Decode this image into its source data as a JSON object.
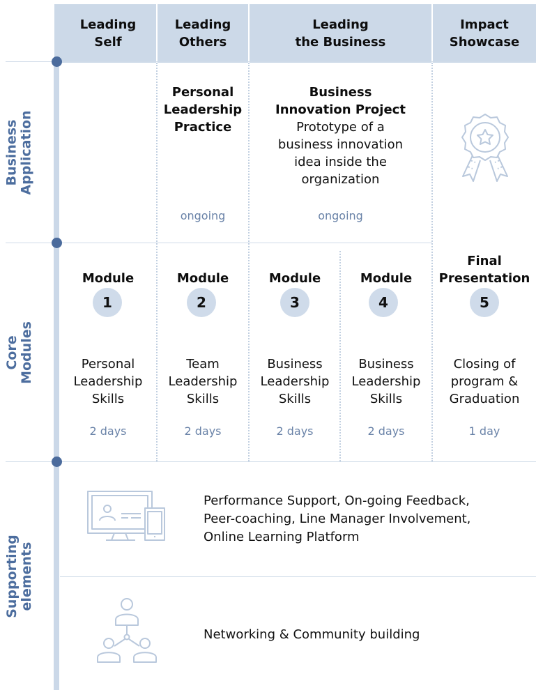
{
  "header": {
    "columns": [
      {
        "label": "Leading\nSelf"
      },
      {
        "label": "Leading\nOthers"
      },
      {
        "label": "Leading\nthe Business"
      },
      {
        "label": "Impact\nShowcase"
      }
    ]
  },
  "rows": {
    "business_application": "Business\nApplication",
    "core_modules": "Core\nModules",
    "supporting_elements": "Supporting\nelements"
  },
  "business_application": {
    "personal_practice": {
      "title": "Personal\nLeadership\nPractice",
      "duration": "ongoing"
    },
    "innovation_project": {
      "title": "Business\nInnovation Project",
      "description": "Prototype of a\nbusiness innovation\nidea inside the\norganization",
      "duration": "ongoing"
    },
    "impact_icon": "award-ribbon-icon"
  },
  "core_modules": [
    {
      "heading": "Module",
      "number": "1",
      "description": "Personal\nLeadership\nSkills",
      "duration": "2 days"
    },
    {
      "heading": "Module",
      "number": "2",
      "description": "Team\nLeadership\nSkills",
      "duration": "2 days"
    },
    {
      "heading": "Module",
      "number": "3",
      "description": "Business\nLeadership\nSkills",
      "duration": "2 days"
    },
    {
      "heading": "Module",
      "number": "4",
      "description": "Business\nLeadership\nSkills",
      "duration": "2 days"
    },
    {
      "heading": "Final\nPresentation",
      "number": "5",
      "description": "Closing of\nprogram &\nGraduation",
      "duration": "1 day"
    }
  ],
  "supporting_elements": [
    {
      "icon": "devices-icon",
      "text": "Performance Support, On-going Feedback,\nPeer-coaching, Line Manager Involvement,\nOnline Learning Platform"
    },
    {
      "icon": "network-people-icon",
      "text": "Networking & Community building"
    }
  ],
  "colors": {
    "header_bg": "#ccd9e8",
    "accent": "#4c6d9e",
    "dot": "#4b6b9c",
    "circle": "#cfdbea",
    "muted_text": "#6a83a8"
  }
}
